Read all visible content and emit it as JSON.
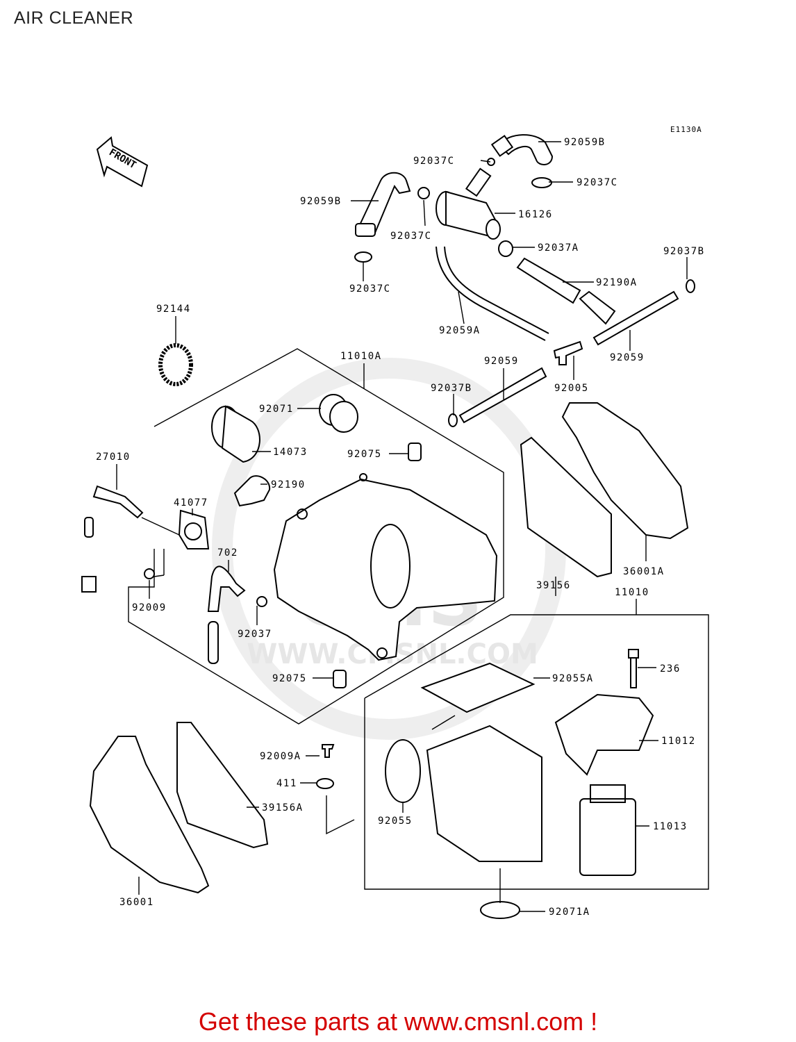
{
  "title": "AIR CLEANER",
  "figure_code": "E1130A",
  "front_label": "FRONT",
  "watermark": {
    "brand": "CMS",
    "url": "WWW.CMSNL.COM"
  },
  "footer": "Get these parts at www.cmsnl.com !",
  "parts": [
    {
      "id": "92059B-top",
      "label": "92059B"
    },
    {
      "id": "92037C-top-left",
      "label": "92037C"
    },
    {
      "id": "92037C-top-right",
      "label": "92037C"
    },
    {
      "id": "92059B-left",
      "label": "92059B"
    },
    {
      "id": "16126",
      "label": "16126"
    },
    {
      "id": "92037C-mid",
      "label": "92037C"
    },
    {
      "id": "92037A",
      "label": "92037A"
    },
    {
      "id": "92037B-right",
      "label": "92037B"
    },
    {
      "id": "92037C-bottom",
      "label": "92037C"
    },
    {
      "id": "92190A",
      "label": "92190A"
    },
    {
      "id": "92144",
      "label": "92144"
    },
    {
      "id": "92059A",
      "label": "92059A"
    },
    {
      "id": "11010A",
      "label": "11010A"
    },
    {
      "id": "92059-mid",
      "label": "92059"
    },
    {
      "id": "92059-right",
      "label": "92059"
    },
    {
      "id": "92037B-mid",
      "label": "92037B"
    },
    {
      "id": "92005",
      "label": "92005"
    },
    {
      "id": "92071",
      "label": "92071"
    },
    {
      "id": "27010",
      "label": "27010"
    },
    {
      "id": "14073",
      "label": "14073"
    },
    {
      "id": "92075-top",
      "label": "92075"
    },
    {
      "id": "92190",
      "label": "92190"
    },
    {
      "id": "41077",
      "label": "41077"
    },
    {
      "id": "702",
      "label": "702"
    },
    {
      "id": "92009",
      "label": "92009"
    },
    {
      "id": "92037",
      "label": "92037"
    },
    {
      "id": "39156",
      "label": "39156"
    },
    {
      "id": "36001A",
      "label": "36001A"
    },
    {
      "id": "11010",
      "label": "11010"
    },
    {
      "id": "236",
      "label": "236"
    },
    {
      "id": "92075-bottom",
      "label": "92075"
    },
    {
      "id": "92055A",
      "label": "92055A"
    },
    {
      "id": "11012",
      "label": "11012"
    },
    {
      "id": "92009A",
      "label": "92009A"
    },
    {
      "id": "411",
      "label": "411"
    },
    {
      "id": "39156A",
      "label": "39156A"
    },
    {
      "id": "92055",
      "label": "92055"
    },
    {
      "id": "11013",
      "label": "11013"
    },
    {
      "id": "36001",
      "label": "36001"
    },
    {
      "id": "92071A",
      "label": "92071A"
    }
  ]
}
